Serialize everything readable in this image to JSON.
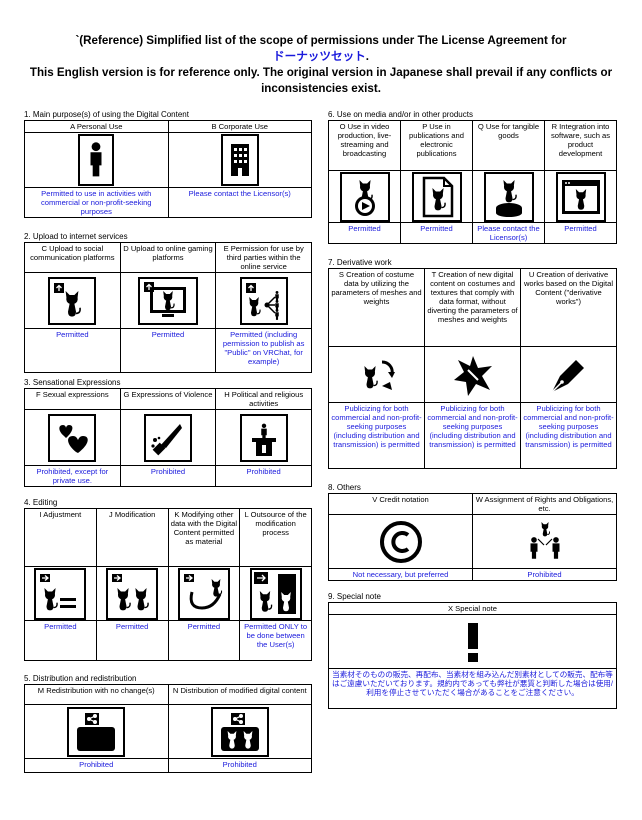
{
  "header": {
    "line1": "`(Reference) Simplified list of the scope of permissions under The License Agreement for",
    "product": "ドーナッツセット",
    "period": ".",
    "line3": "This English version is for reference only. The original version in Japanese shall prevail if any conflicts or inconsistencies exist."
  },
  "s1": {
    "title": "1. Main purpose(s) of using the Digital Content",
    "cols": [
      "A Personal Use",
      "B  Corporate Use"
    ],
    "perms": [
      "Permitted to use in activities with commercial or non-profit-seeking purposes",
      "Please contact the Licensor(s)"
    ]
  },
  "s2": {
    "title": "2. Upload to internet services",
    "cols": [
      "C Upload to social communication platforms",
      "D Upload to online gaming platforms",
      "E Permission for use by third parties within the online service"
    ],
    "perms": [
      "Permitted",
      "Permitted",
      "Permitted (including permission to publish as \"Public\" on VRChat, for example)"
    ]
  },
  "s3": {
    "title": "3. Sensational Expressions",
    "cols": [
      "F Sexual expressions",
      "G Expressions of Violence",
      "H Political and religious activities"
    ],
    "perms": [
      "Prohibited, except for private use.",
      "Prohibited",
      "Prohibited"
    ]
  },
  "s4": {
    "title": "4. Editing",
    "cols": [
      "I Adjustment",
      "J Modification",
      "K Modifying other data with the Digital Content permitted as material",
      "L Outsource of the modification process"
    ],
    "perms": [
      "Permitted",
      "Permitted",
      "Permitted",
      "Permitted ONLY to be done between the User(s)"
    ]
  },
  "s5": {
    "title": "5. Distribution and redistribution",
    "cols": [
      "M Redistribution with no change(s)",
      "N Distribution of modified digital content"
    ],
    "perms": [
      "Prohibited",
      "Prohibited"
    ]
  },
  "s6": {
    "title": "6. Use on media and/or in other products",
    "cols": [
      "O Use in video production, live-streaming and broadcasting",
      "P Use in publications and electronic publications",
      "Q Use for tangible goods",
      "R Integration into software, such as product development"
    ],
    "perms": [
      "Permitted",
      "Permitted",
      "Please contact the Licensor(s)",
      "Permitted"
    ]
  },
  "s7": {
    "title": "7. Derivative work",
    "cols": [
      "S Creation of costume data by utilizing the parameters of meshes and weights",
      "T Creation of new digital content on costumes and textures that comply with data format, without diverting the parameters of meshes and weights",
      "U Creation of derivative works based on the Digital Content (\"derivative works\")"
    ],
    "perms": [
      "Publicizing for both commercial and non-profit-seeking purposes (including distribution and transmission) is permitted",
      "Publicizing for both commercial and non-profit-seeking purposes (including distribution and transmission) is permitted",
      "Publicizing for both commercial and non-profit-seeking purposes (including distribution and transmission) is permitted"
    ]
  },
  "s8": {
    "title": "8. Others",
    "cols": [
      "V Credit notation",
      "W Assignment of Rights and Obligations, etc."
    ],
    "perms": [
      "Not necessary, but preferred",
      "Prohibited"
    ]
  },
  "s9": {
    "title": "9. Special note",
    "col": "X Special note",
    "note": "当素材そのものの販売、再配布、当素材を組み込んだ別素材としての販売、配布等はご遠慮いただいております。規約内であっても弊社が悪質と判断した場合は使用/利用を停止させていただく場合があることをご注意ください。"
  },
  "colors": {
    "permission_text": "#1a1adc",
    "border": "#000000"
  },
  "icons": [
    "person-icon",
    "building-icon",
    "upload-cat-icon",
    "upload-monitor-icon",
    "share-people-icon",
    "hearts-icon",
    "knife-icon",
    "podium-icon",
    "equals-icon",
    "two-cats-icon",
    "cat-tail-icon",
    "outsource-icon",
    "share-box-icon",
    "share-cats-icon",
    "video-play-icon",
    "document-cat-icon",
    "figure-cat-icon",
    "software-cat-icon",
    "cat-recycle-icon",
    "star-burst-icon",
    "pen-nib-icon",
    "copyright-icon",
    "transfer-people-icon",
    "exclamation-icon"
  ]
}
